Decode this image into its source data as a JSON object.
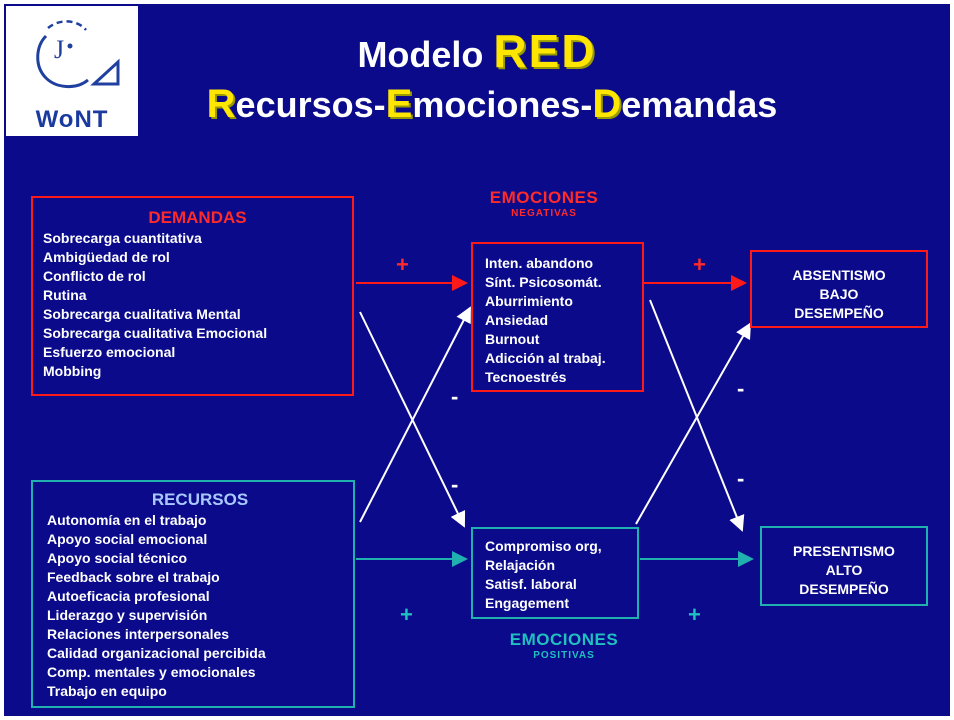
{
  "logo": {
    "text": "WoNT"
  },
  "title": {
    "line1_prefix": "Modelo ",
    "line1_highlight": "RED",
    "line2": [
      {
        "initial": "R",
        "rest": "ecursos-"
      },
      {
        "initial": "E",
        "rest": "mociones-"
      },
      {
        "initial": "D",
        "rest": "emandas"
      }
    ]
  },
  "demandas": {
    "title": "DEMANDAS",
    "items": [
      "Sobrecarga cuantitativa",
      "Ambigüedad de rol",
      "Conflicto de rol",
      "Rutina",
      "Sobrecarga cualitativa Mental",
      "Sobrecarga cualitativa Emocional",
      "Esfuerzo emocional",
      "Mobbing"
    ]
  },
  "recursos": {
    "title": "RECURSOS",
    "items": [
      "Autonomía en el trabajo",
      "Apoyo social emocional",
      "Apoyo social técnico",
      "Feedback sobre el trabajo",
      "Autoeficacia profesional",
      "Liderazgo y supervisión",
      "Relaciones interpersonales",
      "Calidad organizacional percibida",
      "Comp. mentales y emocionales",
      "Trabajo en equipo"
    ]
  },
  "emociones_negativas": {
    "label": "EMOCIONES",
    "sublabel": "NEGATIVAS",
    "items": [
      "Inten. abandono",
      "Sínt. Psicosomát.",
      "Aburrimiento",
      "Ansiedad",
      "Burnout",
      "Adicción al trabaj.",
      "Tecnoestrés"
    ]
  },
  "emociones_positivas": {
    "label": "EMOCIONES",
    "sublabel": "POSITIVAS",
    "items": [
      "Compromiso org,",
      "Relajación",
      "Satisf. laboral",
      "Engagement"
    ]
  },
  "outcome_negative": {
    "lines": [
      "ABSENTISMO",
      "BAJO",
      "DESEMPEÑO"
    ]
  },
  "outcome_positive": {
    "lines": [
      "PRESENTISMO",
      "ALTO",
      "DESEMPEÑO"
    ]
  },
  "signs": {
    "dem_neg": "+",
    "neg_out": "+",
    "cross_left_upper": "-",
    "cross_left_lower": "-",
    "cross_right_upper": "-",
    "cross_right_lower": "-",
    "rec_pos": "+",
    "pos_out": "+"
  },
  "colors": {
    "background": "#0a0a8a",
    "negative": "#ff1a1a",
    "positive": "#20b0b0",
    "highlight": "#ffe600"
  }
}
